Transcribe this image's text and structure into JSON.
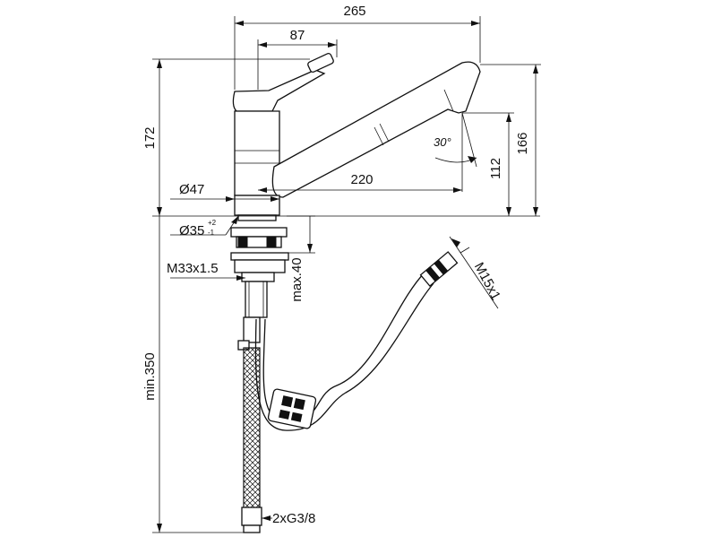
{
  "dimensions": {
    "total_length": "265",
    "handle_offset": "87",
    "body_height": "172",
    "spout_reach": "220",
    "spout_outlet_height": "166",
    "outlet_height": "112",
    "spout_angle": "30°",
    "base_diameter": "Ø47",
    "hole_diameter": "Ø35",
    "hole_tol_upper": "+2",
    "hole_tol_lower": "-1",
    "mount_thread": "M33x1.5",
    "max_deck_thickness": "max.40",
    "min_hose_length": "min.350",
    "supply_thread": "2xG3/8",
    "hose_thread": "M15x1"
  }
}
